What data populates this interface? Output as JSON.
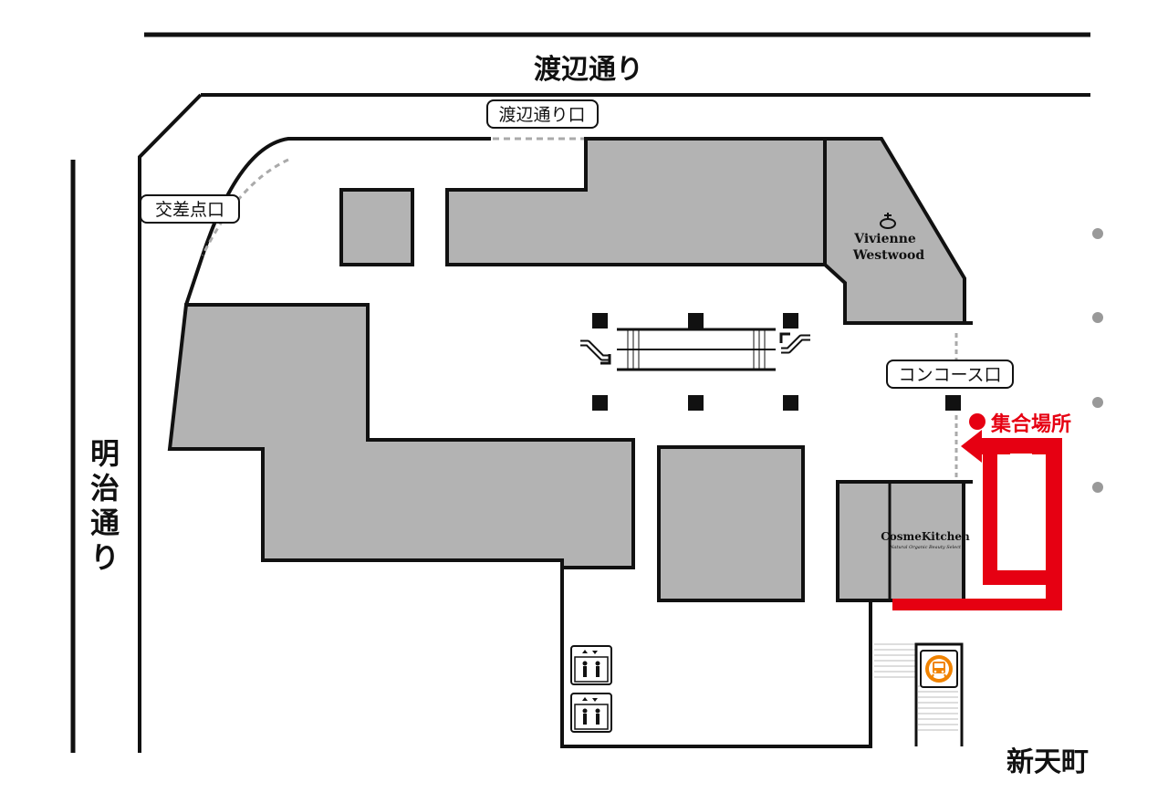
{
  "streets": {
    "watanabe": "渡辺通り",
    "meiji_chars": [
      "明",
      "治",
      "通",
      "り"
    ],
    "shintencho": "新天町"
  },
  "entrances": {
    "watanabe_entrance": "渡辺通り口",
    "intersection_entrance": "交差点口",
    "concourse_entrance": "コンコース口"
  },
  "meeting_point": {
    "label": "集合場所",
    "color": "#e60012"
  },
  "shops": {
    "vivienne_line1": "Vivienne",
    "vivienne_line2": "Westwood",
    "cosme_name": "CosmeKitchen",
    "cosme_tagline": "Natural Organic Beauty Select"
  },
  "icons": {
    "escalator": "escalator-icon",
    "elevator": "elevator-icon",
    "subway": "subway-icon",
    "orb": "orb-icon"
  },
  "colors": {
    "building": "#b3b3b3",
    "outline": "#111111",
    "route": "#e60012",
    "subway": "#f08300",
    "dot": "#999999"
  }
}
